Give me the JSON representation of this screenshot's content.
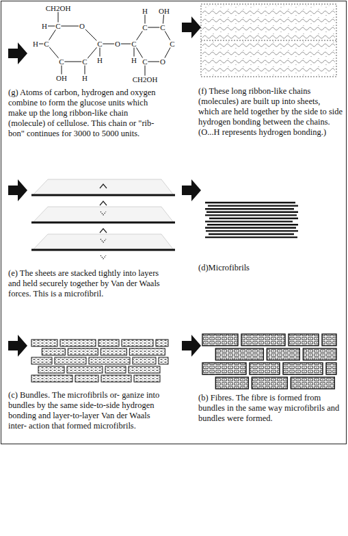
{
  "diagram": {
    "labels": [
      "CH2OH",
      "C",
      "H",
      "O",
      "C",
      "H",
      "C",
      "H",
      "C",
      "OH",
      "C",
      "H",
      "O",
      "C",
      "H",
      "C",
      "H",
      "C",
      "OH",
      "C",
      "O",
      "C",
      "CH2OH",
      "(g) Atoms of carbon, hydrogen and oxygen combine to form the glucose units which make up the long ribbon-like chain (molecule) of cellulose. This chain or \"rib- bon\" continues for 3000 to 5000 units.",
      "(f) These long ribbon-like chains (molecules) are built up into sheets, which are held together by the side to side hydrogen bonding between the chains. (O...H represents hydrogen bonding.)",
      "(e) The sheets are stacked tightly into layers and held securely together by Van der Waals forces. This is a microfibril.",
      "(d)Microfibrils",
      "(c) Bundles. The microfibrils or- ganize into bundles by the same side-to-side hydrogen bonding and layer-to-layer Van der Waals inter- action that formed microfibrils.",
      "(b) Fibres. The fibre is formed from bundles in the same way microfibrils and bundles were formed."
    ]
  }
}
